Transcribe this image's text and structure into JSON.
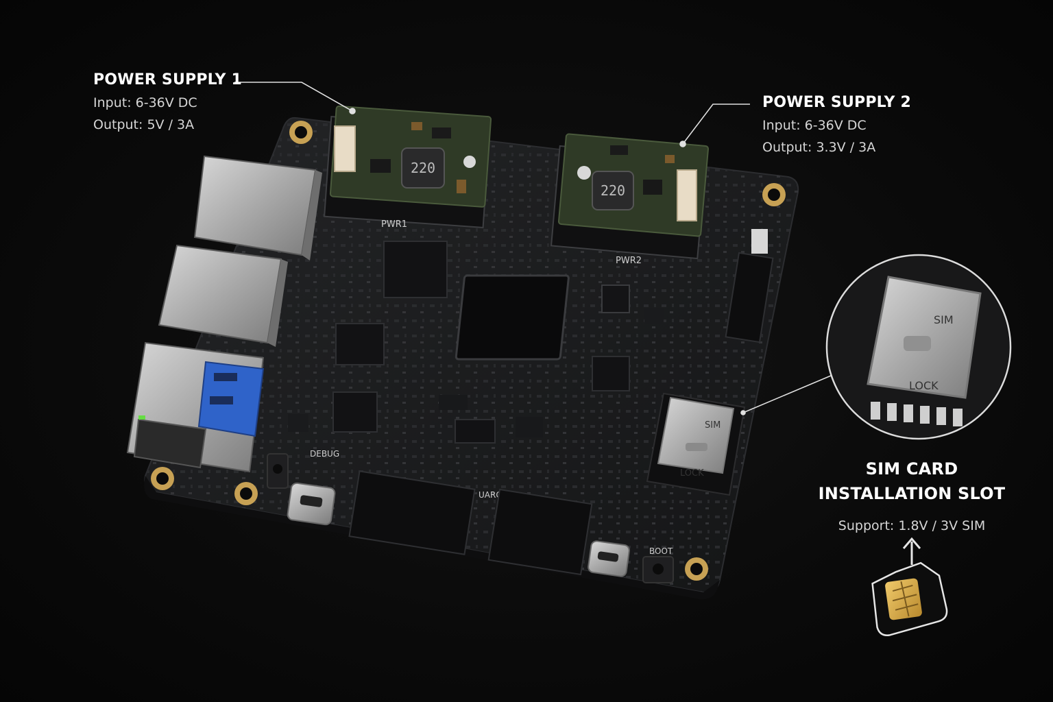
{
  "callouts": {
    "power_supply_1": {
      "title": "POWER SUPPLY 1",
      "input": "Input: 6-36V DC",
      "output": "Output: 5V / 3A"
    },
    "power_supply_2": {
      "title": "POWER SUPPLY 2",
      "input": "Input: 6-36V DC",
      "output": "Output: 3.3V / 3A"
    },
    "sim_slot": {
      "title_line1": "SIM CARD",
      "title_line2": "INSTALLATION SLOT",
      "support": "Support: 1.8V / 3V SIM"
    }
  },
  "board_labels": {
    "pwr1": "PWR1",
    "pwr2": "PWR2",
    "debug": "DEBUG",
    "uart": "UARG",
    "boot": "BOOT",
    "module_marking_1": "220",
    "module_marking_2": "220",
    "sim_slot_sim": "SIM",
    "sim_slot_lock": "LOCK",
    "zoom_sim": "SIM",
    "zoom_lock": "LOCK"
  },
  "colors": {
    "background": "#0b0b0b",
    "board": "#1b1c1e",
    "module_pcb": "#2f3a26",
    "metal": "#b9b9b9",
    "usb_blue": "#2f63c9",
    "gold": "#c9a24a",
    "sim_chip": "#e0b24e"
  }
}
